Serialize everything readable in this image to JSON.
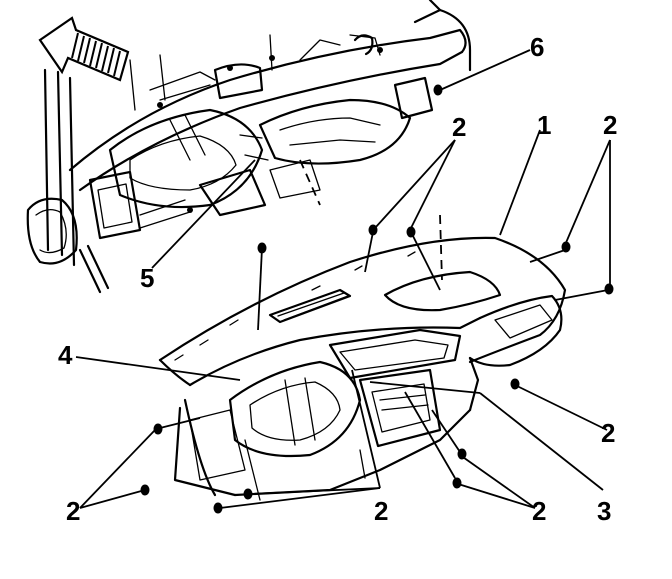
{
  "callouts": {
    "c1": "1",
    "c2_top_right": "2",
    "c2_top_mid": "2",
    "c2_right": "2",
    "c2_bottom_left": "2",
    "c2_bottom_mid": "2",
    "c2_bottom_right": "2",
    "c3": "3",
    "c4": "4",
    "c5": "5",
    "c6": "6"
  },
  "icons": {
    "arrow": "front-direction-arrow-icon",
    "fastener": "bolt-icon"
  }
}
